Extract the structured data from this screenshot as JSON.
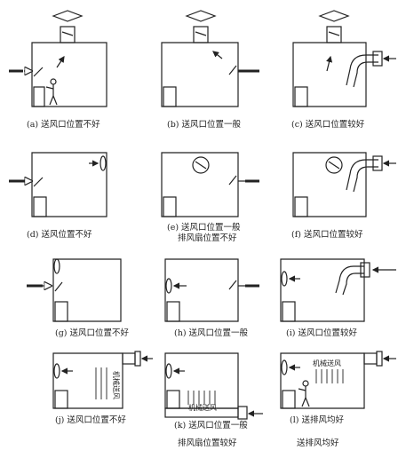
{
  "captions": {
    "a": "(a) 送风口位置不好",
    "b": "(b) 送风口位置一般",
    "c": "(c) 送风口位置较好",
    "d": "(d) 送风位置不好",
    "e_line1": "(e) 送风口位置一般",
    "e_line2": "排风扇位置不好",
    "f": "(f) 送风口位置较好",
    "g": "(g) 送风口位置不好",
    "h": "(h) 送风口位置一般",
    "i": "(i) 送风口位置较好",
    "j": "(j) 送风口位置不好",
    "k": "(k) 送风口位置一般",
    "l": "(l) 送排风均好",
    "k_sub": "排风扇位置较好",
    "l_sub": "送排风均好"
  },
  "labels": {
    "mech_supply": "机械送风"
  }
}
